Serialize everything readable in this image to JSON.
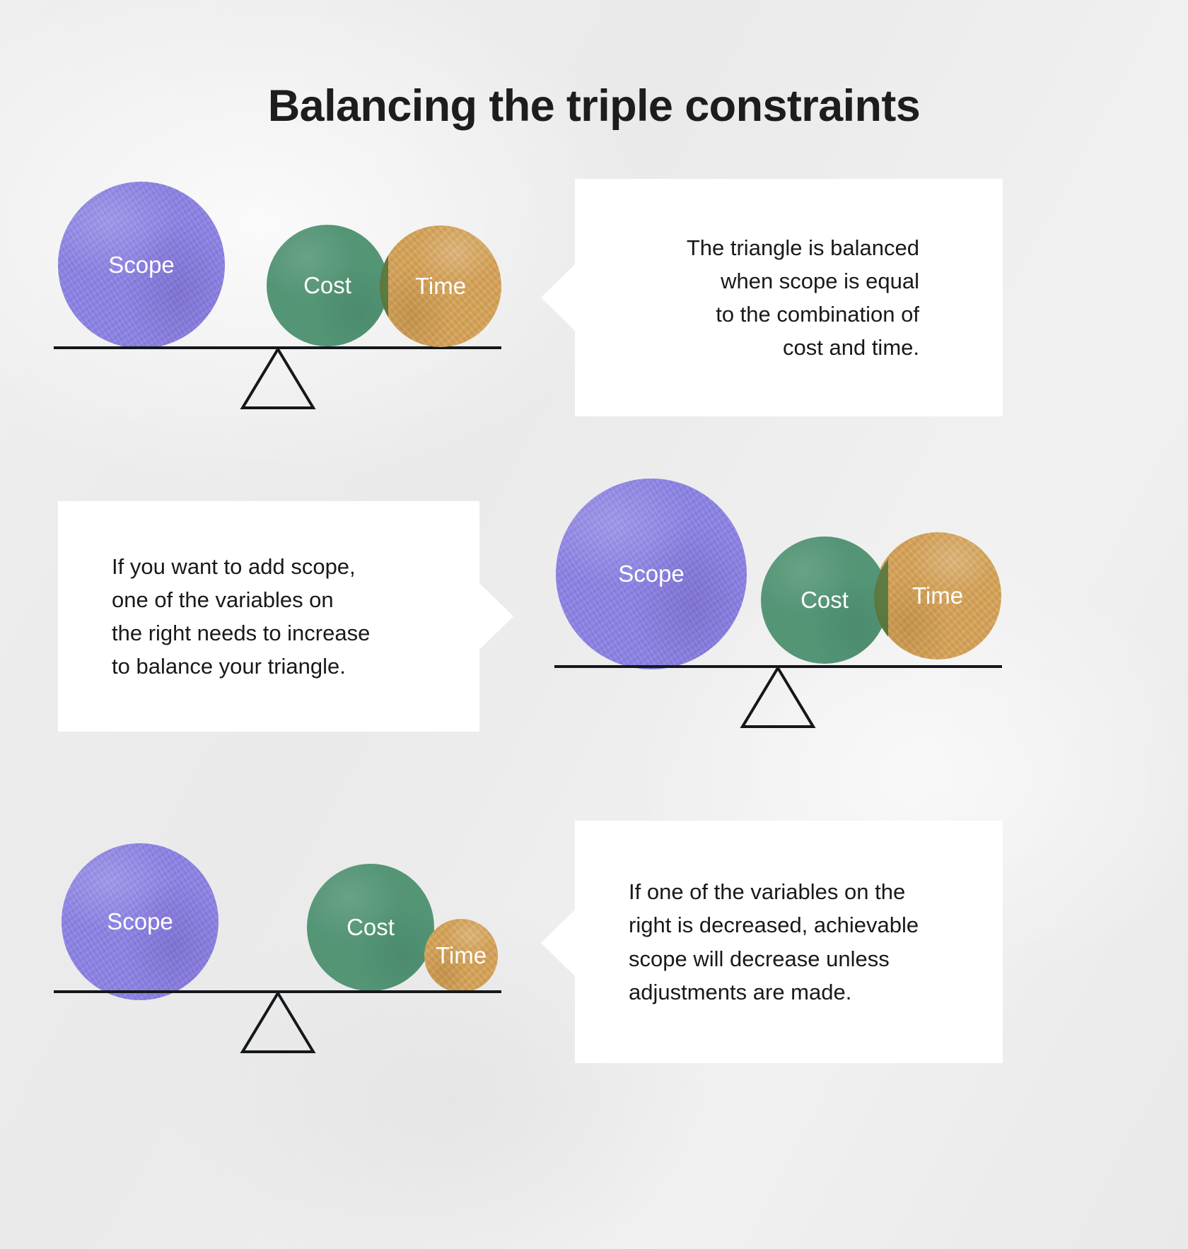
{
  "title": "Balancing the triple constraints",
  "colors": {
    "background": "#eeeeee",
    "scope": "#8a81e3",
    "cost": "#549576",
    "time": "#d3a055",
    "overlap": "#5c7b3e",
    "callout_bg": "#ffffff",
    "text": "#18191b",
    "beam": "#14181b"
  },
  "labels": {
    "scope": "Scope",
    "cost": "Cost",
    "time": "Time"
  },
  "sections": [
    {
      "id": "balanced",
      "callout": "The triangle is balanced\nwhen scope is equal\nto the combination of\ncost and time.",
      "callout_side": "right",
      "pointer": "left"
    },
    {
      "id": "add-scope",
      "callout": "If you want to add scope,\none of the variables on\nthe right needs to increase\nto balance your triangle.",
      "callout_side": "left",
      "pointer": "right"
    },
    {
      "id": "decrease-variable",
      "callout": "If one of the variables on the\nright is decreased, achievable\nscope will decrease unless\nadjustments are made.",
      "callout_side": "right",
      "pointer": "left"
    }
  ],
  "chart_data": {
    "type": "diagram",
    "title": "Balancing the triple constraints",
    "description": "Three balance-scale diagrams showing Scope on the left pan and Cost + Time on the right pan.",
    "scenarios": [
      {
        "name": "balanced",
        "scope_size": 236,
        "cost_size": 170,
        "time_size": 170,
        "cost_time_overlap": true,
        "caption": "The triangle is balanced when scope is equal to the combination of cost and time."
      },
      {
        "name": "add-scope",
        "scope_size": 270,
        "cost_size": 180,
        "time_size": 180,
        "cost_time_overlap": true,
        "caption": "If you want to add scope, one of the variables on the right needs to increase to balance your triangle."
      },
      {
        "name": "decrease-variable",
        "scope_size": 222,
        "cost_size": 180,
        "time_size": 104,
        "cost_time_overlap": false,
        "caption": "If one of the variables on the right is decreased, achievable scope will decrease unless adjustments are made."
      }
    ]
  }
}
